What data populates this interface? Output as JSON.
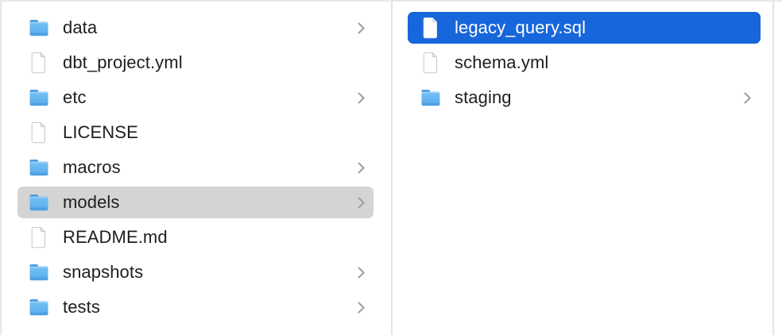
{
  "window": {
    "app": "Finder",
    "view": "column-view"
  },
  "colors": {
    "selection_blue": "#1766DB",
    "selection_gray": "#D4D4D4",
    "divider": "#E4E4E4",
    "border": "#E8E8E8",
    "text": "#1E1E20",
    "text_selected": "#FFFFFF",
    "chevron": "#9D9DA2",
    "folder_blue": "#58ABEC",
    "background": "#FFFFFF"
  },
  "columns": [
    {
      "name": "column-1",
      "items": [
        {
          "label": "data",
          "type": "folder",
          "icon": "folder-icon",
          "chevron": true,
          "selected": false
        },
        {
          "label": "dbt_project.yml",
          "type": "file",
          "icon": "document-icon",
          "chevron": false,
          "selected": false
        },
        {
          "label": "etc",
          "type": "folder",
          "icon": "folder-icon",
          "chevron": true,
          "selected": false
        },
        {
          "label": "LICENSE",
          "type": "file",
          "icon": "document-icon",
          "chevron": false,
          "selected": false
        },
        {
          "label": "macros",
          "type": "folder",
          "icon": "folder-icon",
          "chevron": true,
          "selected": false
        },
        {
          "label": "models",
          "type": "folder",
          "icon": "folder-icon",
          "chevron": true,
          "selected": true,
          "selection_style": "inactive-gray"
        },
        {
          "label": "README.md",
          "type": "file",
          "icon": "document-icon",
          "chevron": false,
          "selected": false
        },
        {
          "label": "snapshots",
          "type": "folder",
          "icon": "folder-icon",
          "chevron": true,
          "selected": false
        },
        {
          "label": "tests",
          "type": "folder",
          "icon": "folder-icon",
          "chevron": true,
          "selected": false
        }
      ]
    },
    {
      "name": "column-2",
      "items": [
        {
          "label": "legacy_query.sql",
          "type": "file",
          "icon": "document-icon",
          "chevron": false,
          "selected": true,
          "selection_style": "active-blue"
        },
        {
          "label": "schema.yml",
          "type": "file",
          "icon": "document-icon",
          "chevron": false,
          "selected": false
        },
        {
          "label": "staging",
          "type": "folder",
          "icon": "folder-icon",
          "chevron": true,
          "selected": false
        }
      ]
    }
  ]
}
